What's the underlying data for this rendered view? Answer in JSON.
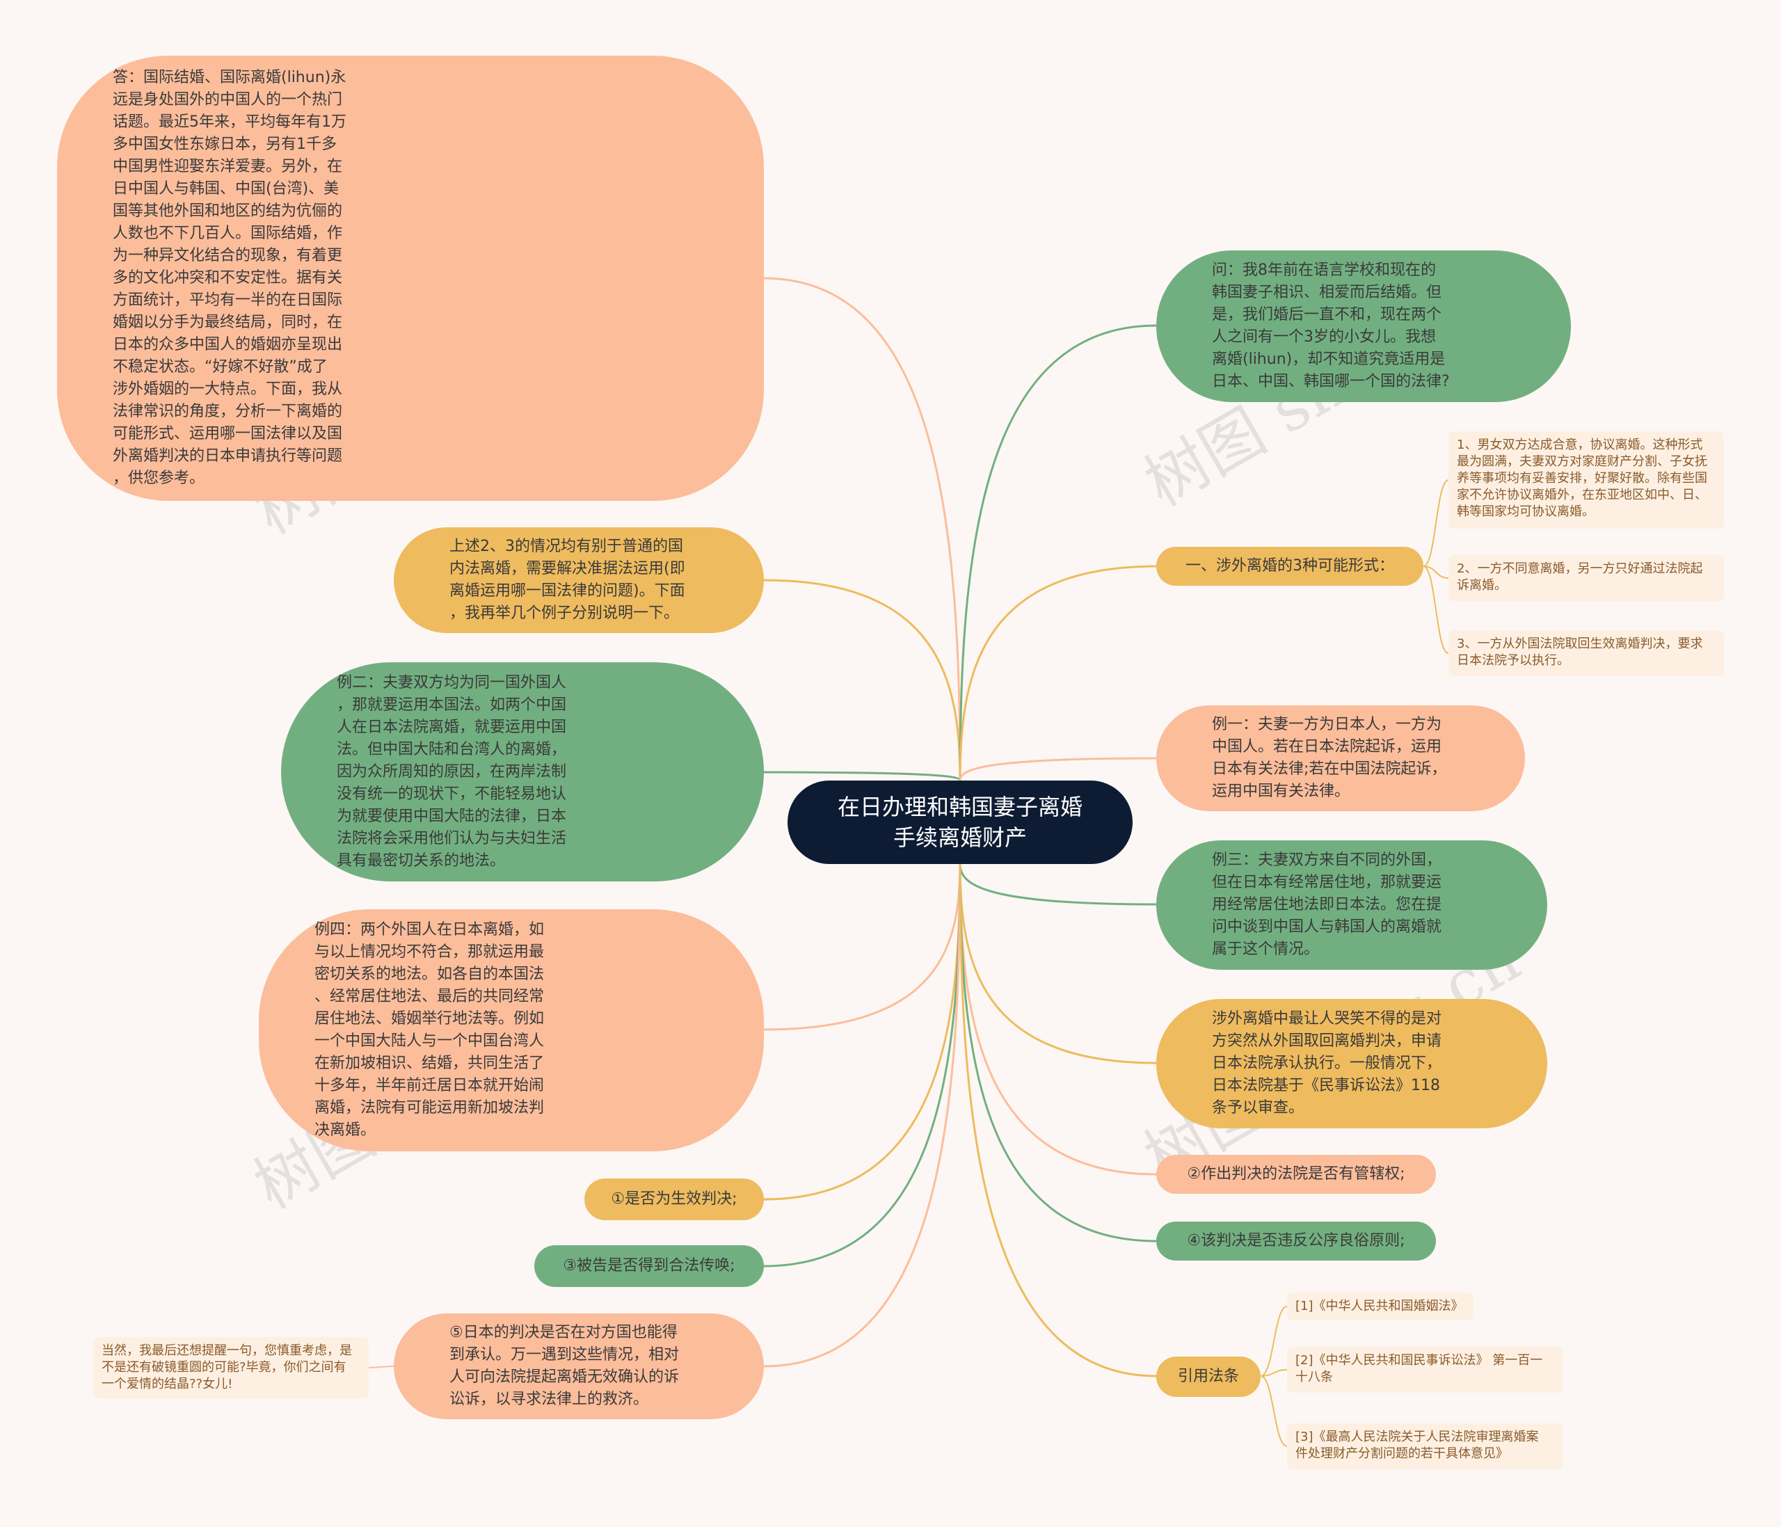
{
  "colors": {
    "center": "#0d1c33",
    "peach": "#fcbd9b",
    "green": "#72af80",
    "gold": "#eebb5e",
    "leaf": "#fdf0e2"
  },
  "watermark": "树图 shutu.cn",
  "center": "在日办理和韩国妻子离婚\n手续离婚财产",
  "left": {
    "answer": "答：国际结婚、国际离婚(lihun)永\n远是身处国外的中国人的一个热门\n话题。最近5年来，平均每年有1万\n多中国女性东嫁日本，另有1千多\n中国男性迎娶东洋爱妻。另外，在\n日中国人与韩国、中国(台湾)、美\n国等其他外国和地区的结为伉俪的\n人数也不下几百人。国际结婚，作\n为一种异文化结合的现象，有着更\n多的文化冲突和不安定性。据有关\n方面统计，平均有一半的在日国际\n婚姻以分手为最终结局，同时，在\n日本的众多中国人的婚姻亦呈现出\n不稳定状态。“好嫁不好散”成了\n涉外婚姻的一大特点。下面，我从\n法律常识的角度，分析一下离婚的\n可能形式、运用哪一国法律以及国\n外离婚判决的日本申请执行等问题\n，供您参考。",
    "summary": "上述2、3的情况均有别于普通的国\n内法离婚，需要解决准据法运用(即\n离婚运用哪一国法律的问题)。下面\n，我再举几个例子分别说明一下。",
    "example2": "例二：夫妻双方均为同一国外国人\n，那就要运用本国法。如两个中国\n人在日本法院离婚，就要运用中国\n法。但中国大陆和台湾人的离婚，\n因为众所周知的原因，在两岸法制\n没有统一的现状下，不能轻易地认\n为就要使用中国大陆的法律，日本\n法院将会采用他们认为与夫妇生活\n具有最密切关系的地法。",
    "example4": "例四：两个外国人在日本离婚，如\n与以上情况均不符合，那就运用最\n密切关系的地法。如各自的本国法\n、经常居住地法、最后的共同经常\n居住地法、婚姻举行地法等。例如\n一个中国大陆人与一个中国台湾人\n在新加坡相识、结婚，共同生活了\n十多年，半年前迁居日本就开始闹\n离婚，法院有可能运用新加坡法判\n决离婚。",
    "cond1": "①是否为生效判决;",
    "cond3": "③被告是否得到合法传唤;",
    "cond5": "⑤日本的判决是否在对方国也能得\n到承认。万一遇到这些情况，相对\n人可向法院提起离婚无效确认的诉\n讼诉，以寻求法律上的救济。",
    "final_note": "当然，我最后还想提醒一句，您慎重考虑，是\n不是还有破镜重圆的可能?毕竟，你们之间有\n一个爱情的结晶??女儿!"
  },
  "right": {
    "question": "问：我8年前在语言学校和现在的\n韩国妻子相识、相爱而后结婚。但\n是，我们婚后一直不和，现在两个\n人之间有一个3岁的小女儿。我想\n离婚(lihun)，却不知道究竟适用是\n日本、中国、韩国哪一个国的法律?",
    "forms_title": "一、涉外离婚的3种可能形式：",
    "forms": [
      "1、男女双方达成合意，协议离婚。这种形式\n最为圆满，夫妻双方对家庭财产分割、子女抚\n养等事项均有妥善安排，好聚好散。除有些国\n家不允许协议离婚外，在东亚地区如中、日、\n韩等国家均可协议离婚。",
      "2、一方不同意离婚，另一方只好通过法院起\n诉离婚。",
      "3、一方从外国法院取回生效离婚判决，要求\n日本法院予以执行。"
    ],
    "example1": "例一：夫妻一方为日本人，一方为\n中国人。若在日本法院起诉，运用\n日本有关法律;若在中国法院起诉，\n运用中国有关法律。",
    "example3": "例三：夫妻双方来自不同的外国，\n但在日本有经常居住地，那就要运\n用经常居住地法即日本法。您在提\n问中谈到中国人与韩国人的离婚就\n属于这个情况。",
    "foreign": "涉外离婚中最让人哭笑不得的是对\n方突然从外国取回离婚判决，申请\n日本法院承认执行。一般情况下，\n日本法院基于《民事诉讼法》118\n条予以审查。",
    "cond2": "②作出判决的法院是否有管辖权;",
    "cond4": "④该判决是否违反公序良俗原则;",
    "law_title": "引用法条",
    "laws": [
      "[1]《中华人民共和国婚姻法》",
      "[2]《中华人民共和国民事诉讼法》 第一百一\n十八条",
      "[3]《最高人民法院关于人民法院审理离婚案\n件处理财产分割问题的若干具体意见》"
    ]
  }
}
